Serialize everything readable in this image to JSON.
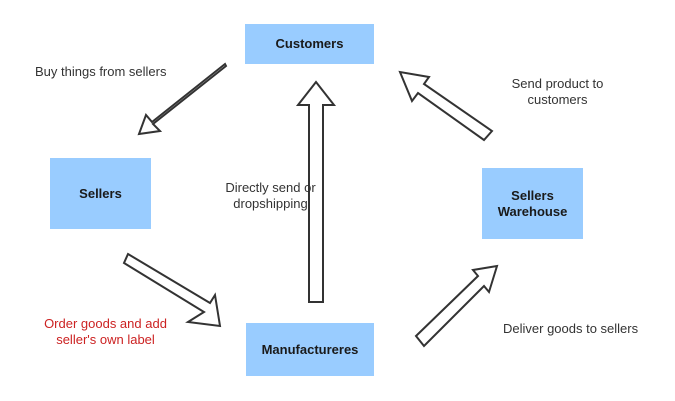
{
  "nodes": {
    "customers": "Customers",
    "sellers": "Sellers",
    "sellers_warehouse_line1": "Sellers",
    "sellers_warehouse_line2": "Warehouse",
    "manufacturers": "Manufactureres"
  },
  "edges": {
    "buy_things": "Buy things from sellers",
    "direct_send_line1": "Directly send or",
    "direct_send_line2": "dropshipping",
    "send_product_line1": "Send product to",
    "send_product_line2": "customers",
    "order_goods_line1": "Order goods and add",
    "order_goods_line2": "seller's own label",
    "deliver_goods": "Deliver goods to sellers"
  },
  "colors": {
    "node_fill": "#99ccff",
    "order_label": "#cc2222"
  }
}
